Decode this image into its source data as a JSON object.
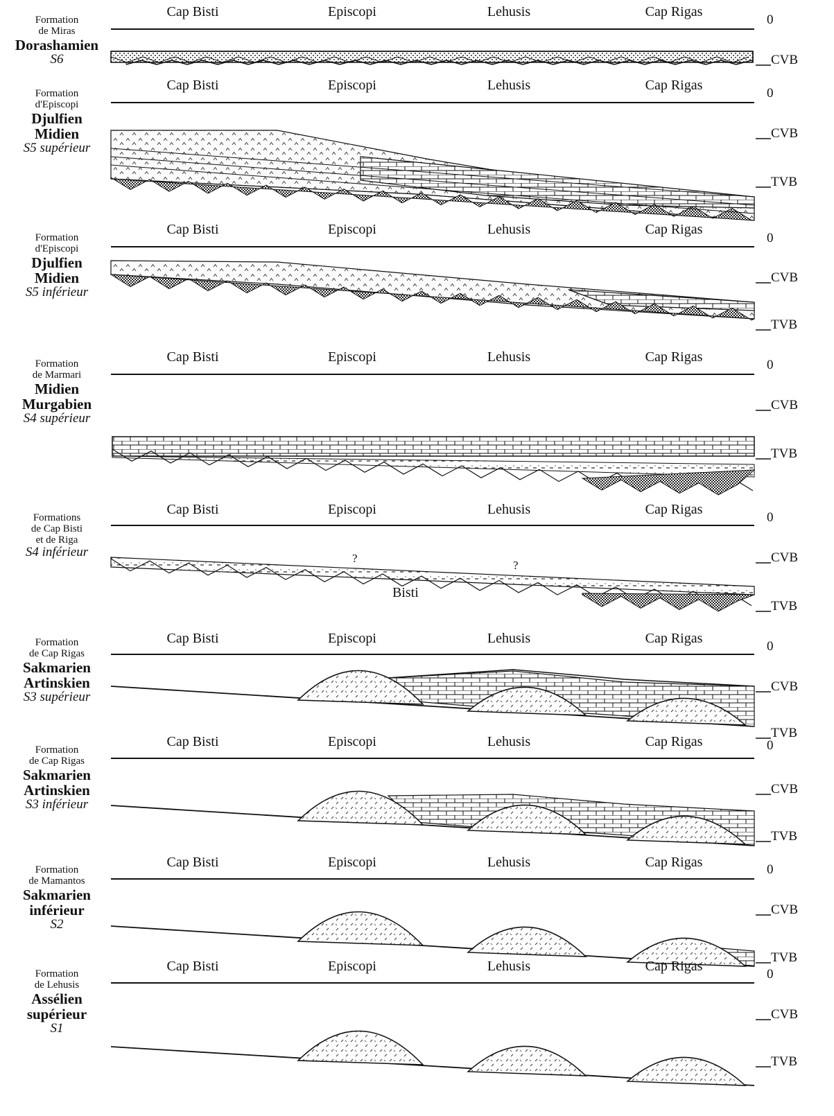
{
  "panels": [
    {
      "formation": [
        "Formation",
        "de Miras"
      ],
      "stages": [
        "Dorashamien"
      ],
      "sequence": "S6",
      "locations": [
        "Cap Bisti",
        "Episcopi",
        "Lehusis",
        "Cap Rigas"
      ],
      "levels": [
        "0",
        "CVB"
      ]
    },
    {
      "formation": [
        "Formation",
        "d'Episcopi"
      ],
      "stages": [
        "Djulfien",
        "Midien"
      ],
      "sequence": "S5 supérieur",
      "locations": [
        "Cap Bisti",
        "Episcopi",
        "Lehusis",
        "Cap Rigas"
      ],
      "levels": [
        "0",
        "CVB",
        "TVB"
      ]
    },
    {
      "formation": [
        "Formation",
        "d'Episcopi"
      ],
      "stages": [
        "Djulfien",
        "Midien"
      ],
      "sequence": "S5 inférieur",
      "locations": [
        "Cap Bisti",
        "Episcopi",
        "Lehusis",
        "Cap Rigas"
      ],
      "levels": [
        "0",
        "CVB",
        "TVB"
      ]
    },
    {
      "formation": [
        "Formation",
        "de Marmari"
      ],
      "stages": [
        "Midien",
        "Murgabien"
      ],
      "sequence": "S4 supérieur",
      "locations": [
        "Cap Bisti",
        "Episcopi",
        "Lehusis",
        "Cap Rigas"
      ],
      "levels": [
        "0",
        "CVB",
        "TVB"
      ]
    },
    {
      "formation": [
        "Formations",
        "de Cap Bisti",
        "et de Riga"
      ],
      "stages": [],
      "sequence": "S4 inférieur",
      "locations": [
        "Cap Bisti",
        "Episcopi",
        "Lehusis",
        "Cap Rigas"
      ],
      "levels": [
        "0",
        "CVB",
        "TVB"
      ],
      "annotations": [
        "?",
        "?",
        "Bisti"
      ]
    },
    {
      "formation": [
        "Formation",
        "de Cap Rigas"
      ],
      "stages": [
        "Sakmarien",
        "Artinskien"
      ],
      "sequence": "S3 supérieur",
      "locations": [
        "Cap Bisti",
        "Episcopi",
        "Lehusis",
        "Cap Rigas"
      ],
      "levels": [
        "0",
        "CVB",
        "TVB"
      ]
    },
    {
      "formation": [
        "Formation",
        "de Cap Rigas"
      ],
      "stages": [
        "Sakmarien",
        "Artinskien"
      ],
      "sequence": "S3 inférieur",
      "locations": [
        "Cap Bisti",
        "Episcopi",
        "Lehusis",
        "Cap Rigas"
      ],
      "levels": [
        "0",
        "CVB",
        "TVB"
      ]
    },
    {
      "formation": [
        "Formation",
        "de Mamantos"
      ],
      "stages": [
        "Sakmarien",
        "inférieur"
      ],
      "sequence": "S2",
      "locations": [
        "Cap Bisti",
        "Episcopi",
        "Lehusis",
        "Cap Rigas"
      ],
      "levels": [
        "0",
        "CVB",
        "TVB"
      ]
    },
    {
      "formation": [
        "Formation",
        "de Lehusis"
      ],
      "stages": [
        "Assélien",
        "supérieur"
      ],
      "sequence": "S1",
      "locations": [
        "Cap Bisti",
        "Episcopi",
        "Lehusis",
        "Cap Rigas"
      ],
      "levels": [
        "0",
        "CVB",
        "TVB"
      ]
    }
  ]
}
